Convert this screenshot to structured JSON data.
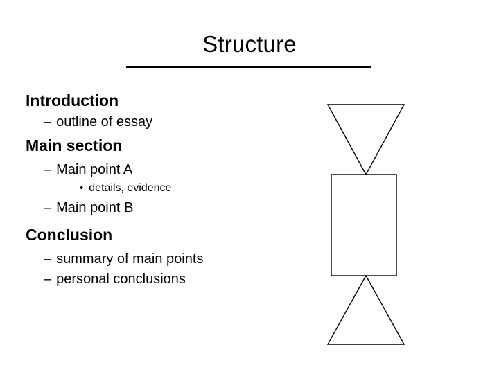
{
  "slide": {
    "title": "Structure",
    "background_color": "#ffffff",
    "text_color": "#000000",
    "rule_color": "#000000"
  },
  "outline": [
    {
      "level": 1,
      "marker": "",
      "text": "Introduction"
    },
    {
      "level": 2,
      "marker": "–",
      "text": "outline of essay"
    },
    {
      "level": 1,
      "marker": "",
      "text": "Main section"
    },
    {
      "level": 2,
      "marker": "–",
      "text": "Main point A"
    },
    {
      "level": 3,
      "marker": "•",
      "text": "details, evidence"
    },
    {
      "level": 2,
      "marker": "–",
      "text": "Main point B"
    },
    {
      "level": 1,
      "marker": "",
      "text": "Conclusion"
    },
    {
      "level": 2,
      "marker": "–",
      "text": "summary of main points"
    },
    {
      "level": 2,
      "marker": "–",
      "text": "personal conclusions"
    }
  ],
  "diagram": {
    "name": "funnel-structure-diagram",
    "stroke_color": "#000000",
    "fill_color": "#ffffff",
    "shapes": [
      {
        "name": "inverted-triangle-introduction",
        "type": "triangle-down"
      },
      {
        "name": "rectangle-main-section",
        "type": "rectangle"
      },
      {
        "name": "upward-triangle-conclusion",
        "type": "triangle-up"
      }
    ]
  }
}
